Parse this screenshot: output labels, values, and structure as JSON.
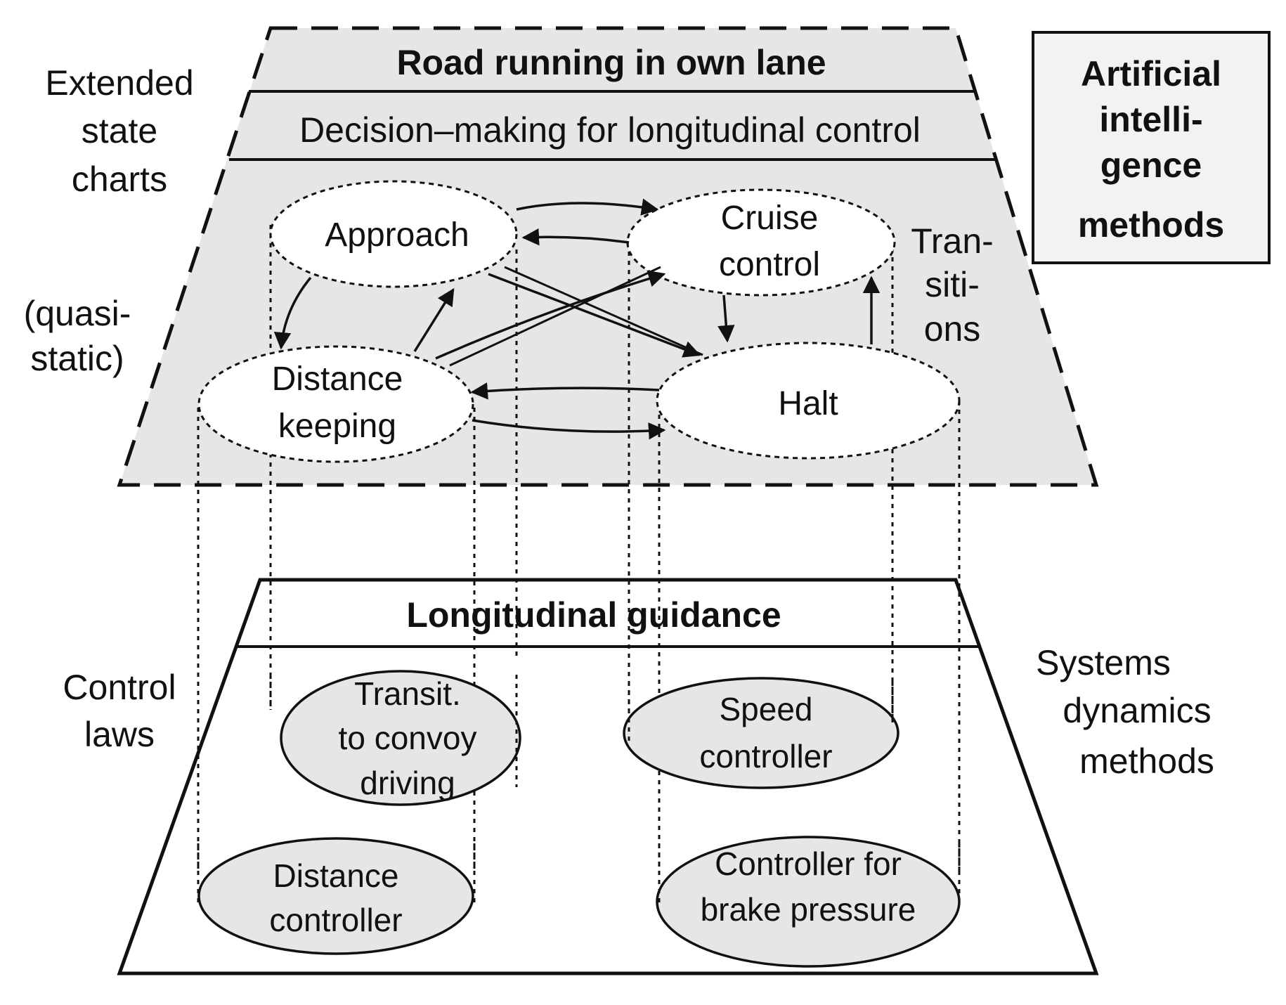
{
  "upper_layer": {
    "title": "Road running in own lane",
    "subtitle": "Decision–making for longitudinal control",
    "states": {
      "approach": "Approach",
      "cruise_line1": "Cruise",
      "cruise_line2": "control",
      "distance_line1": "Distance",
      "distance_line2": "keeping",
      "halt": "Halt"
    },
    "transitions_label": [
      "Tran-",
      "siti-",
      "ons"
    ]
  },
  "lower_layer": {
    "title": "Longitudinal guidance",
    "controllers": {
      "transit": [
        "Transit.",
        "to convoy",
        "driving"
      ],
      "speed": [
        "Speed",
        "controller"
      ],
      "distance": [
        "Distance",
        "controller"
      ],
      "brake": [
        "Controller for",
        "brake pressure"
      ]
    }
  },
  "left_labels": {
    "extended": [
      "Extended",
      "state",
      "charts"
    ],
    "quasi": [
      "(quasi-",
      "static)"
    ],
    "control": [
      "Control",
      "laws"
    ]
  },
  "right_labels": {
    "ai": [
      "Artificial",
      "intelli-",
      "gence",
      "methods"
    ],
    "systems": [
      "Systems",
      "dynamics",
      "methods"
    ]
  },
  "colors": {
    "panel_fill": "#e6e6e6",
    "node_fill": "#ffffff",
    "controller_fill": "#e6e6e6",
    "line": "#111111"
  }
}
